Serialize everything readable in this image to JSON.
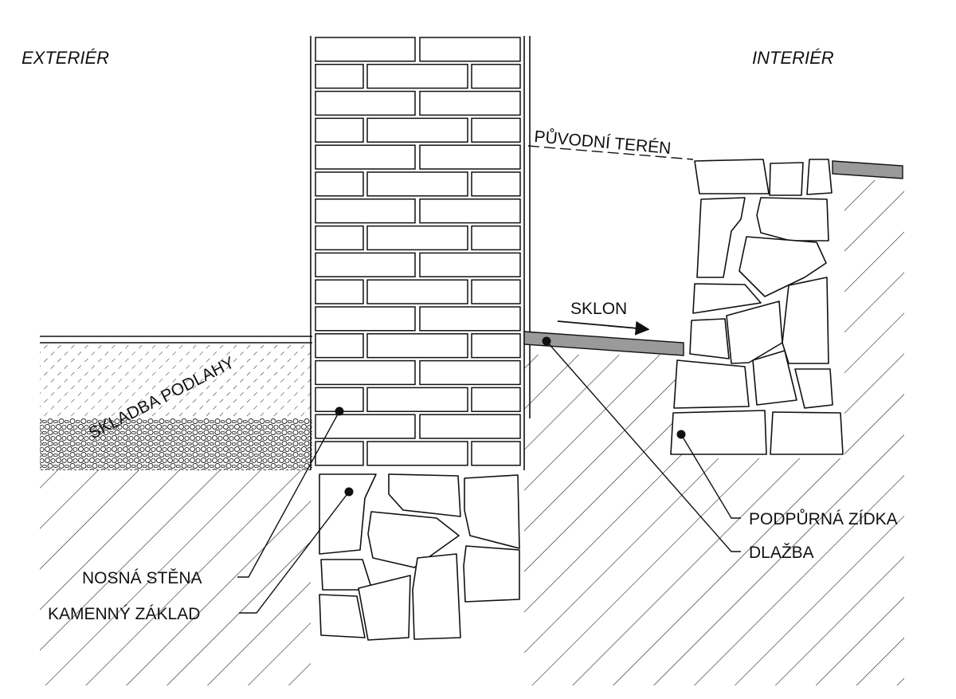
{
  "labels": {
    "exterior": "EXTERIÉR",
    "interior": "INTERIÉR",
    "original_terrain": "PŮVODNÍ TERÉN",
    "slope": "SKLON",
    "floor_composition": "SKLADBA PODLAHY",
    "load_bearing_wall": "NOSNÁ STĚNA",
    "stone_foundation": "KAMENNÝ ZÁKLAD",
    "retaining_wall": "PODPŮRNÁ ZÍDKA",
    "paving": "DLAŽBA"
  },
  "colors": {
    "line": "#111111",
    "paving_fill": "#9a9a9a",
    "background": "#ffffff"
  }
}
